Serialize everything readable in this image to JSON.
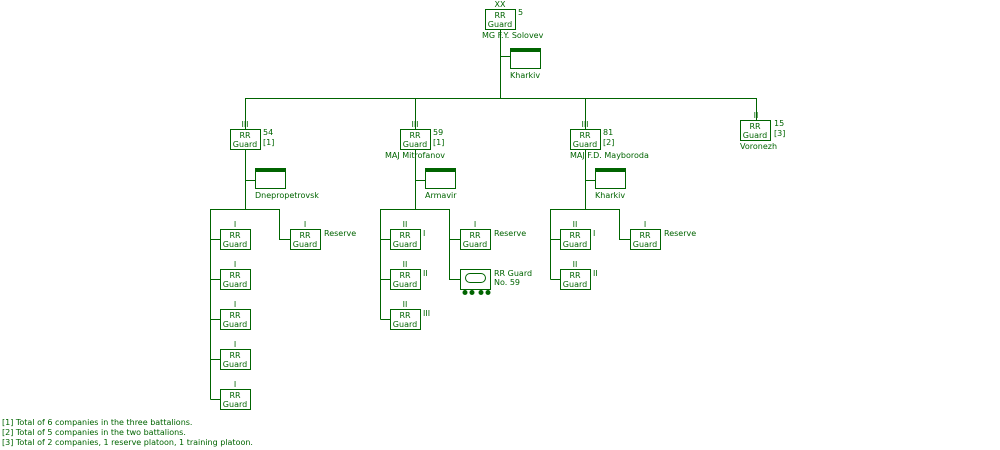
{
  "division": {
    "box_line1": "RR",
    "box_line2": "Guard",
    "size": "XX",
    "number": "5",
    "commander": "MG  F.Y. Solovev",
    "hq": "Kharkiv"
  },
  "regiments": [
    {
      "box_line1": "RR",
      "box_line2": "Guard",
      "size": "III",
      "number": "54",
      "note": "[1]",
      "hq": "Dnepropetrovsk"
    },
    {
      "box_line1": "RR",
      "box_line2": "Guard",
      "size": "III",
      "number": "59",
      "note": "[1]",
      "commander": "MAJ  Mitrofanov",
      "hq": "Armavir"
    },
    {
      "box_line1": "RR",
      "box_line2": "Guard",
      "size": "III",
      "number": "81",
      "note": "[2]",
      "commander": "MAJ  F.D. Mayboroda",
      "hq": "Kharkiv"
    },
    {
      "box_line1": "RR",
      "box_line2": "Guard",
      "size": "II",
      "number": "15",
      "note": "[3]",
      "location": "Voronezh"
    }
  ],
  "sub_units": {
    "reg54": {
      "battalions": [
        {
          "box_line1": "RR",
          "box_line2": "Guard",
          "size": "I"
        },
        {
          "box_line1": "RR",
          "box_line2": "Guard",
          "size": "I"
        },
        {
          "box_line1": "RR",
          "box_line2": "Guard",
          "size": "I"
        },
        {
          "box_line1": "RR",
          "box_line2": "Guard",
          "size": "I"
        },
        {
          "box_line1": "RR",
          "box_line2": "Guard",
          "size": "I"
        }
      ],
      "reserve": {
        "box_line1": "RR",
        "box_line2": "Guard",
        "size": "I",
        "label": "Reserve"
      }
    },
    "reg59": {
      "battalions": [
        {
          "box_line1": "RR",
          "box_line2": "Guard",
          "size": "II",
          "label": "I"
        },
        {
          "box_line1": "RR",
          "box_line2": "Guard",
          "size": "II",
          "label": "II"
        },
        {
          "box_line1": "RR",
          "box_line2": "Guard",
          "size": "II",
          "label": "III"
        }
      ],
      "reserve": {
        "box_line1": "RR",
        "box_line2": "Guard",
        "size": "I",
        "label": "Reserve"
      },
      "armored_train": {
        "label_line1": "RR Guard",
        "label_line2": "No. 59"
      }
    },
    "reg81": {
      "battalions": [
        {
          "box_line1": "RR",
          "box_line2": "Guard",
          "size": "II",
          "label": "I"
        },
        {
          "box_line1": "RR",
          "box_line2": "Guard",
          "size": "II",
          "label": "II"
        }
      ],
      "reserve": {
        "box_line1": "RR",
        "box_line2": "Guard",
        "size": "I",
        "label": "Reserve"
      }
    }
  },
  "notes": [
    "[1] Total of 6 companies in the three battalions.",
    "[2] Total of 5 companies in the two battalions.",
    "[3] Total of 2 companies, 1 reserve platoon, 1 training platoon."
  ],
  "colors": {
    "line": "#006400",
    "text": "#006400",
    "hq_bar": "#006400",
    "background": "#ffffff"
  }
}
